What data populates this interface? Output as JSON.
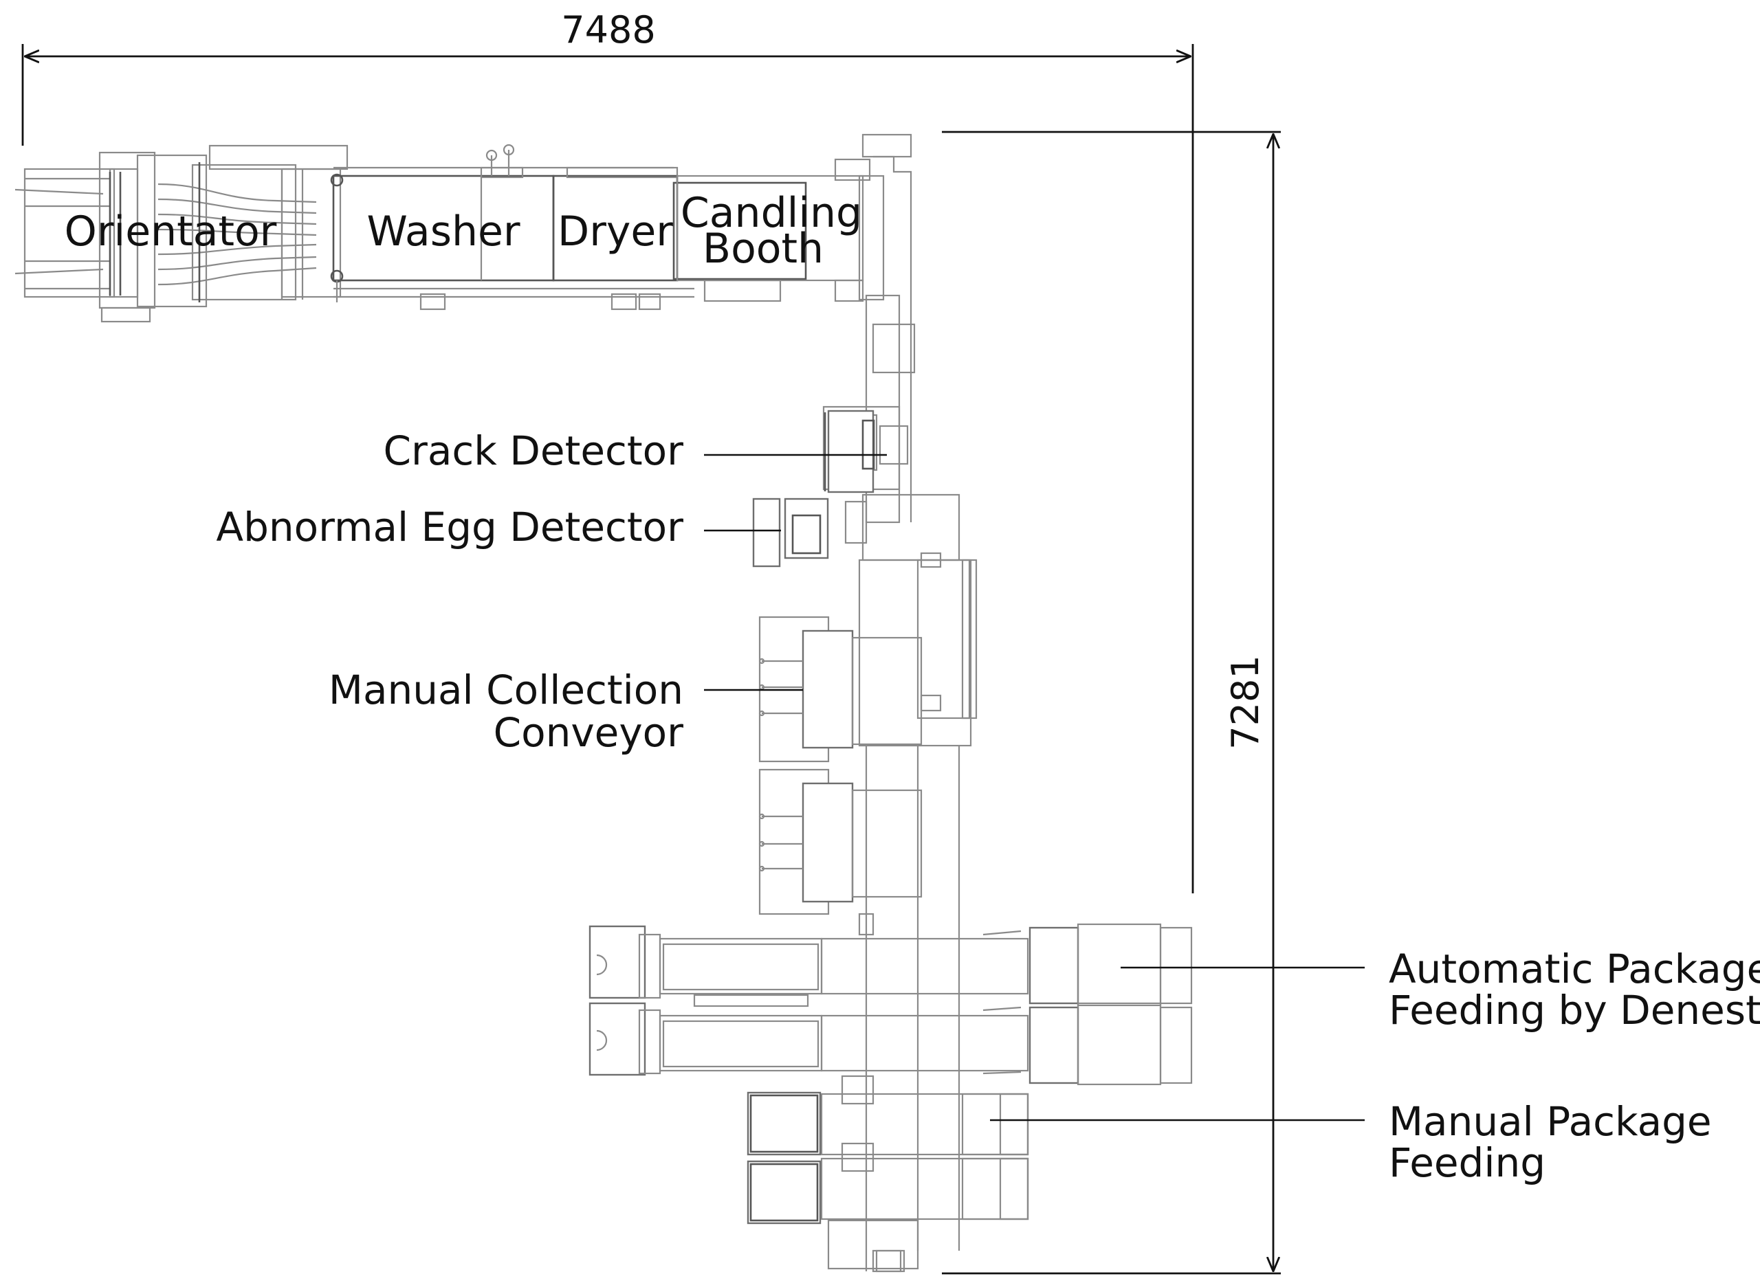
{
  "dimensions": {
    "width_label": "7488",
    "height_label": "7281"
  },
  "machines": {
    "orientator": "Orientator",
    "washer": "Washer",
    "dryer": "Dryer",
    "candling_line1": "Candling",
    "candling_line2": "Booth"
  },
  "callouts": {
    "crack_detector": "Crack Detector",
    "abnormal_egg_detector": "Abnormal Egg Detector",
    "manual_collection_line1": "Manual Collection",
    "manual_collection_line2": "Conveyor",
    "auto_package_line1": "Automatic Package",
    "auto_package_line2": "Feeding by Denester",
    "manual_package_line1": "Manual Package",
    "manual_package_line2": "Feeding"
  },
  "colors": {
    "linework": "#8a8a8a",
    "text": "#111111",
    "background": "#ffffff"
  }
}
